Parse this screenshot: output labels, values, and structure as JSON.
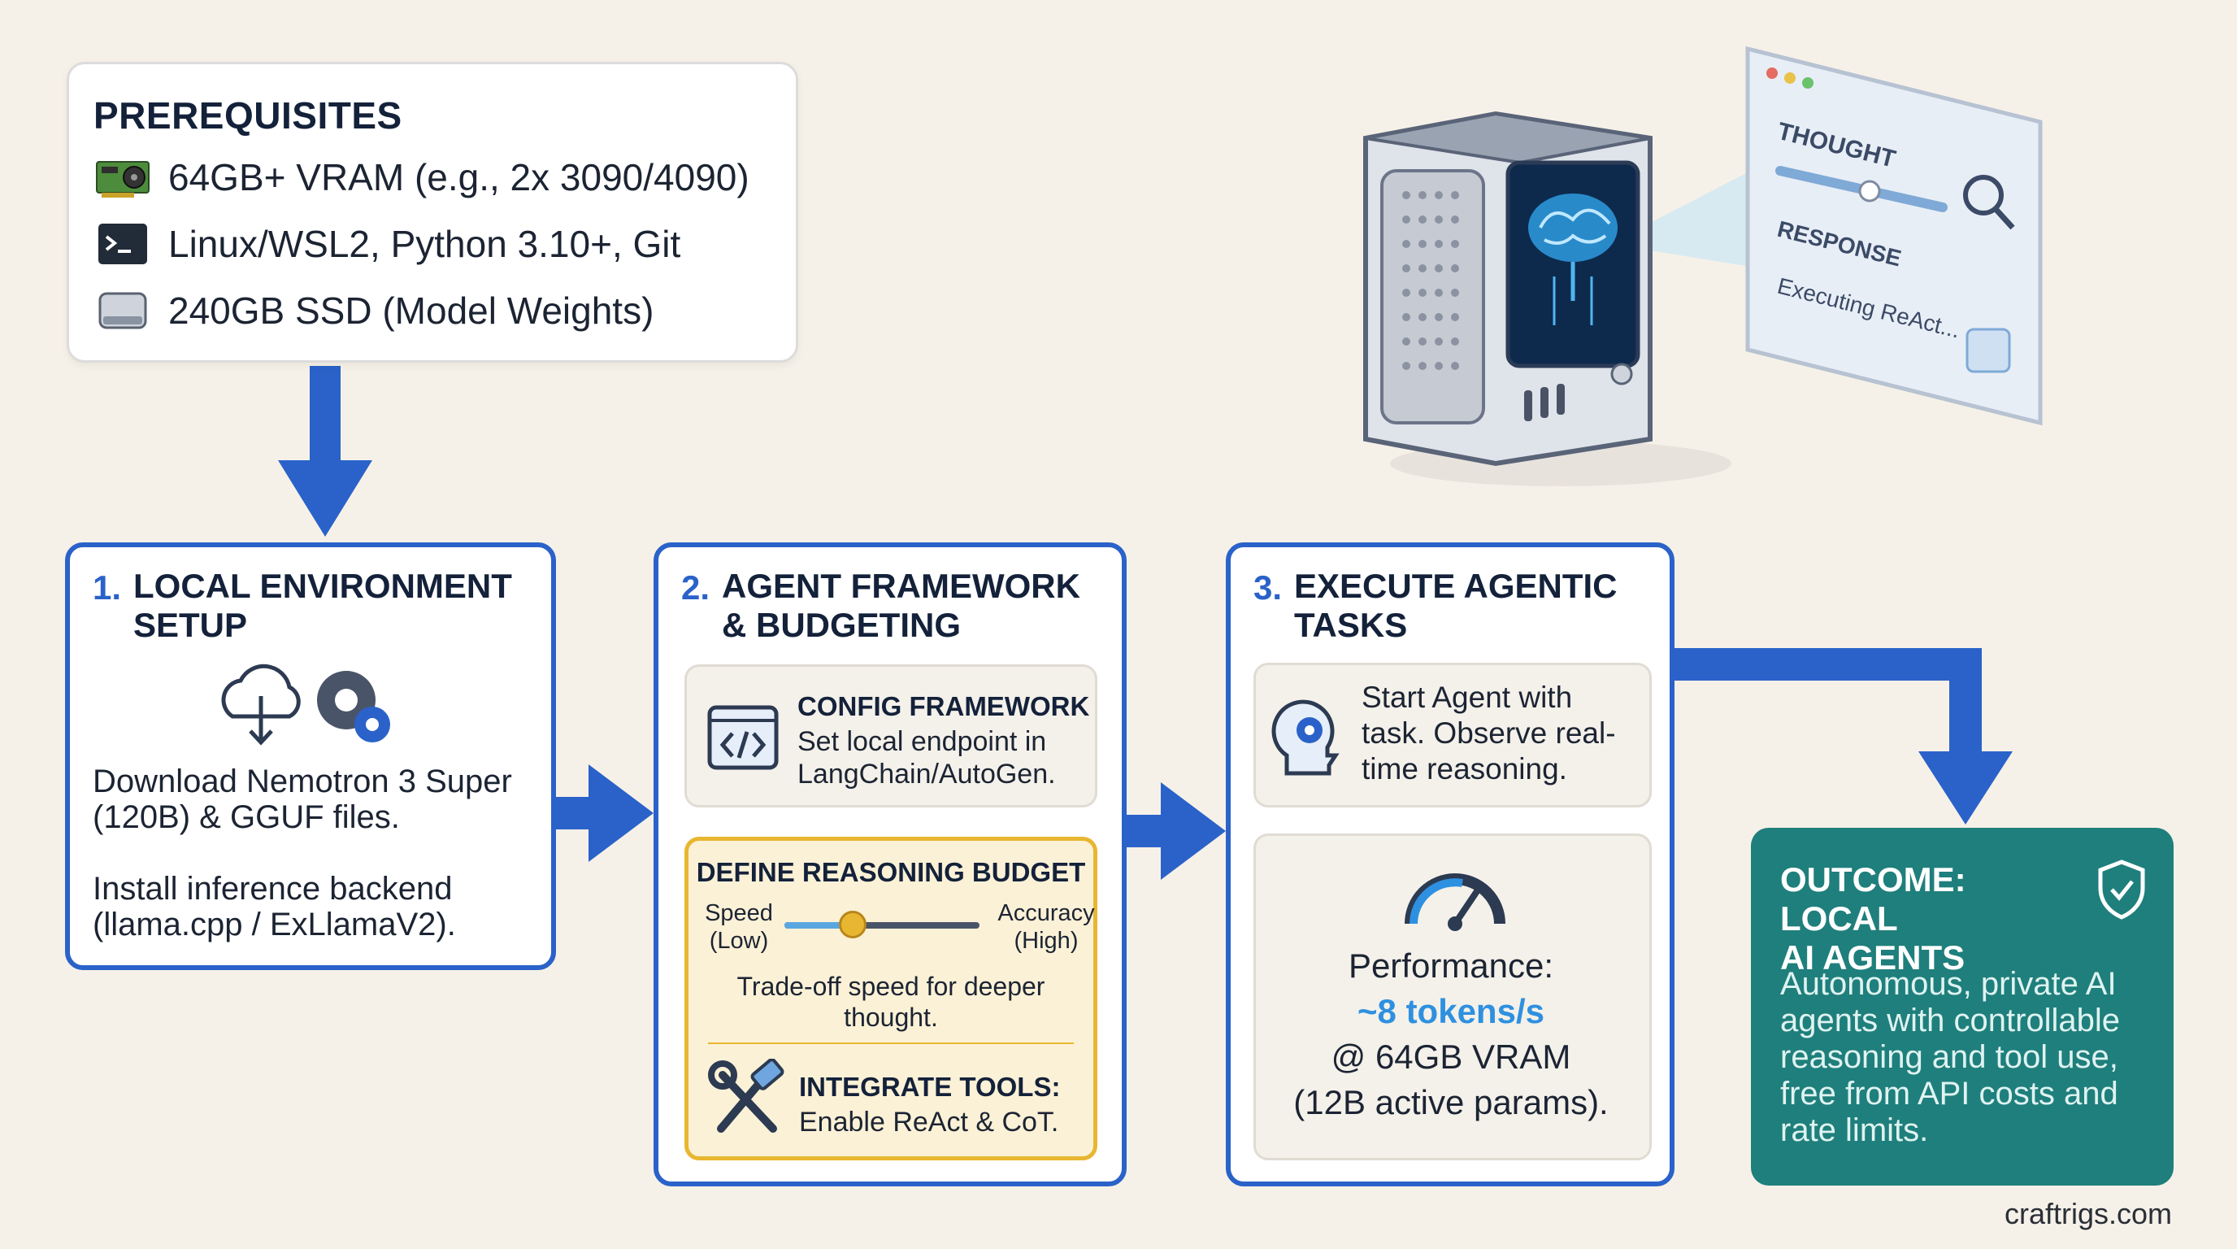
{
  "prerequisites": {
    "title": "PREREQUISITES",
    "items": [
      {
        "icon": "gpu-card-icon",
        "text": "64GB+ VRAM (e.g., 2x 3090/4090)"
      },
      {
        "icon": "terminal-icon",
        "text": "Linux/WSL2, Python 3.10+, Git"
      },
      {
        "icon": "ssd-drive-icon",
        "text": "240GB SSD (Model Weights)"
      }
    ]
  },
  "illustration": {
    "thought_label": "THOUGHT",
    "response_label": "RESPONSE",
    "response_text": "Executing ReAct..."
  },
  "step1": {
    "number": "1.",
    "title_line1": "LOCAL ENVIRONMENT",
    "title_line2": "SETUP",
    "text1_line1": "Download Nemotron 3 Super",
    "text1_line2": "(120B) & GGUF files.",
    "text2_line1": "Install inference backend",
    "text2_line2": "(llama.cpp / ExLlamaV2)."
  },
  "step2": {
    "number": "2.",
    "title_line1": "AGENT FRAMEWORK",
    "title_line2": "& BUDGETING",
    "config_title": "CONFIG FRAMEWORK",
    "config_line1": "Set local endpoint in",
    "config_line2": "LangChain/AutoGen.",
    "budget_title": "DEFINE REASONING BUDGET",
    "slider_left_1": "Speed",
    "slider_left_2": "(Low)",
    "slider_right_1": "Accuracy",
    "slider_right_2": "(High)",
    "slider_value": 0.35,
    "tradeoff_line1": "Trade-off speed for deeper",
    "tradeoff_line2": "thought.",
    "tools_title": "INTEGRATE TOOLS:",
    "tools_text": "Enable ReAct & CoT."
  },
  "step3": {
    "number": "3.",
    "title_line1": "EXECUTE AGENTIC",
    "title_line2": "TASKS",
    "start_line1": "Start Agent with",
    "start_line2": "task. Observe real-",
    "start_line3": "time reasoning.",
    "perf_label": "Performance:",
    "perf_value": "~8 tokens/s",
    "perf_line3": "@ 64GB VRAM",
    "perf_line4": "(12B active params)."
  },
  "outcome": {
    "title_line1": "OUTCOME: LOCAL",
    "title_line2": "AI AGENTS",
    "text_line1": "Autonomous, private AI",
    "text_line2": "agents with controllable",
    "text_line3": "reasoning and tool use,",
    "text_line4": "free from API costs and",
    "text_line5": "rate limits."
  },
  "footer": {
    "credit": "craftrigs.com"
  },
  "colors": {
    "background": "#f6f1e8",
    "step_border": "#2a62c9",
    "arrow": "#2a62c9",
    "outcome_bg": "#1f7f7c",
    "budget_border": "#e8b630",
    "budget_bg": "#fbf1d6",
    "perf_accent": "#2e90e0"
  }
}
